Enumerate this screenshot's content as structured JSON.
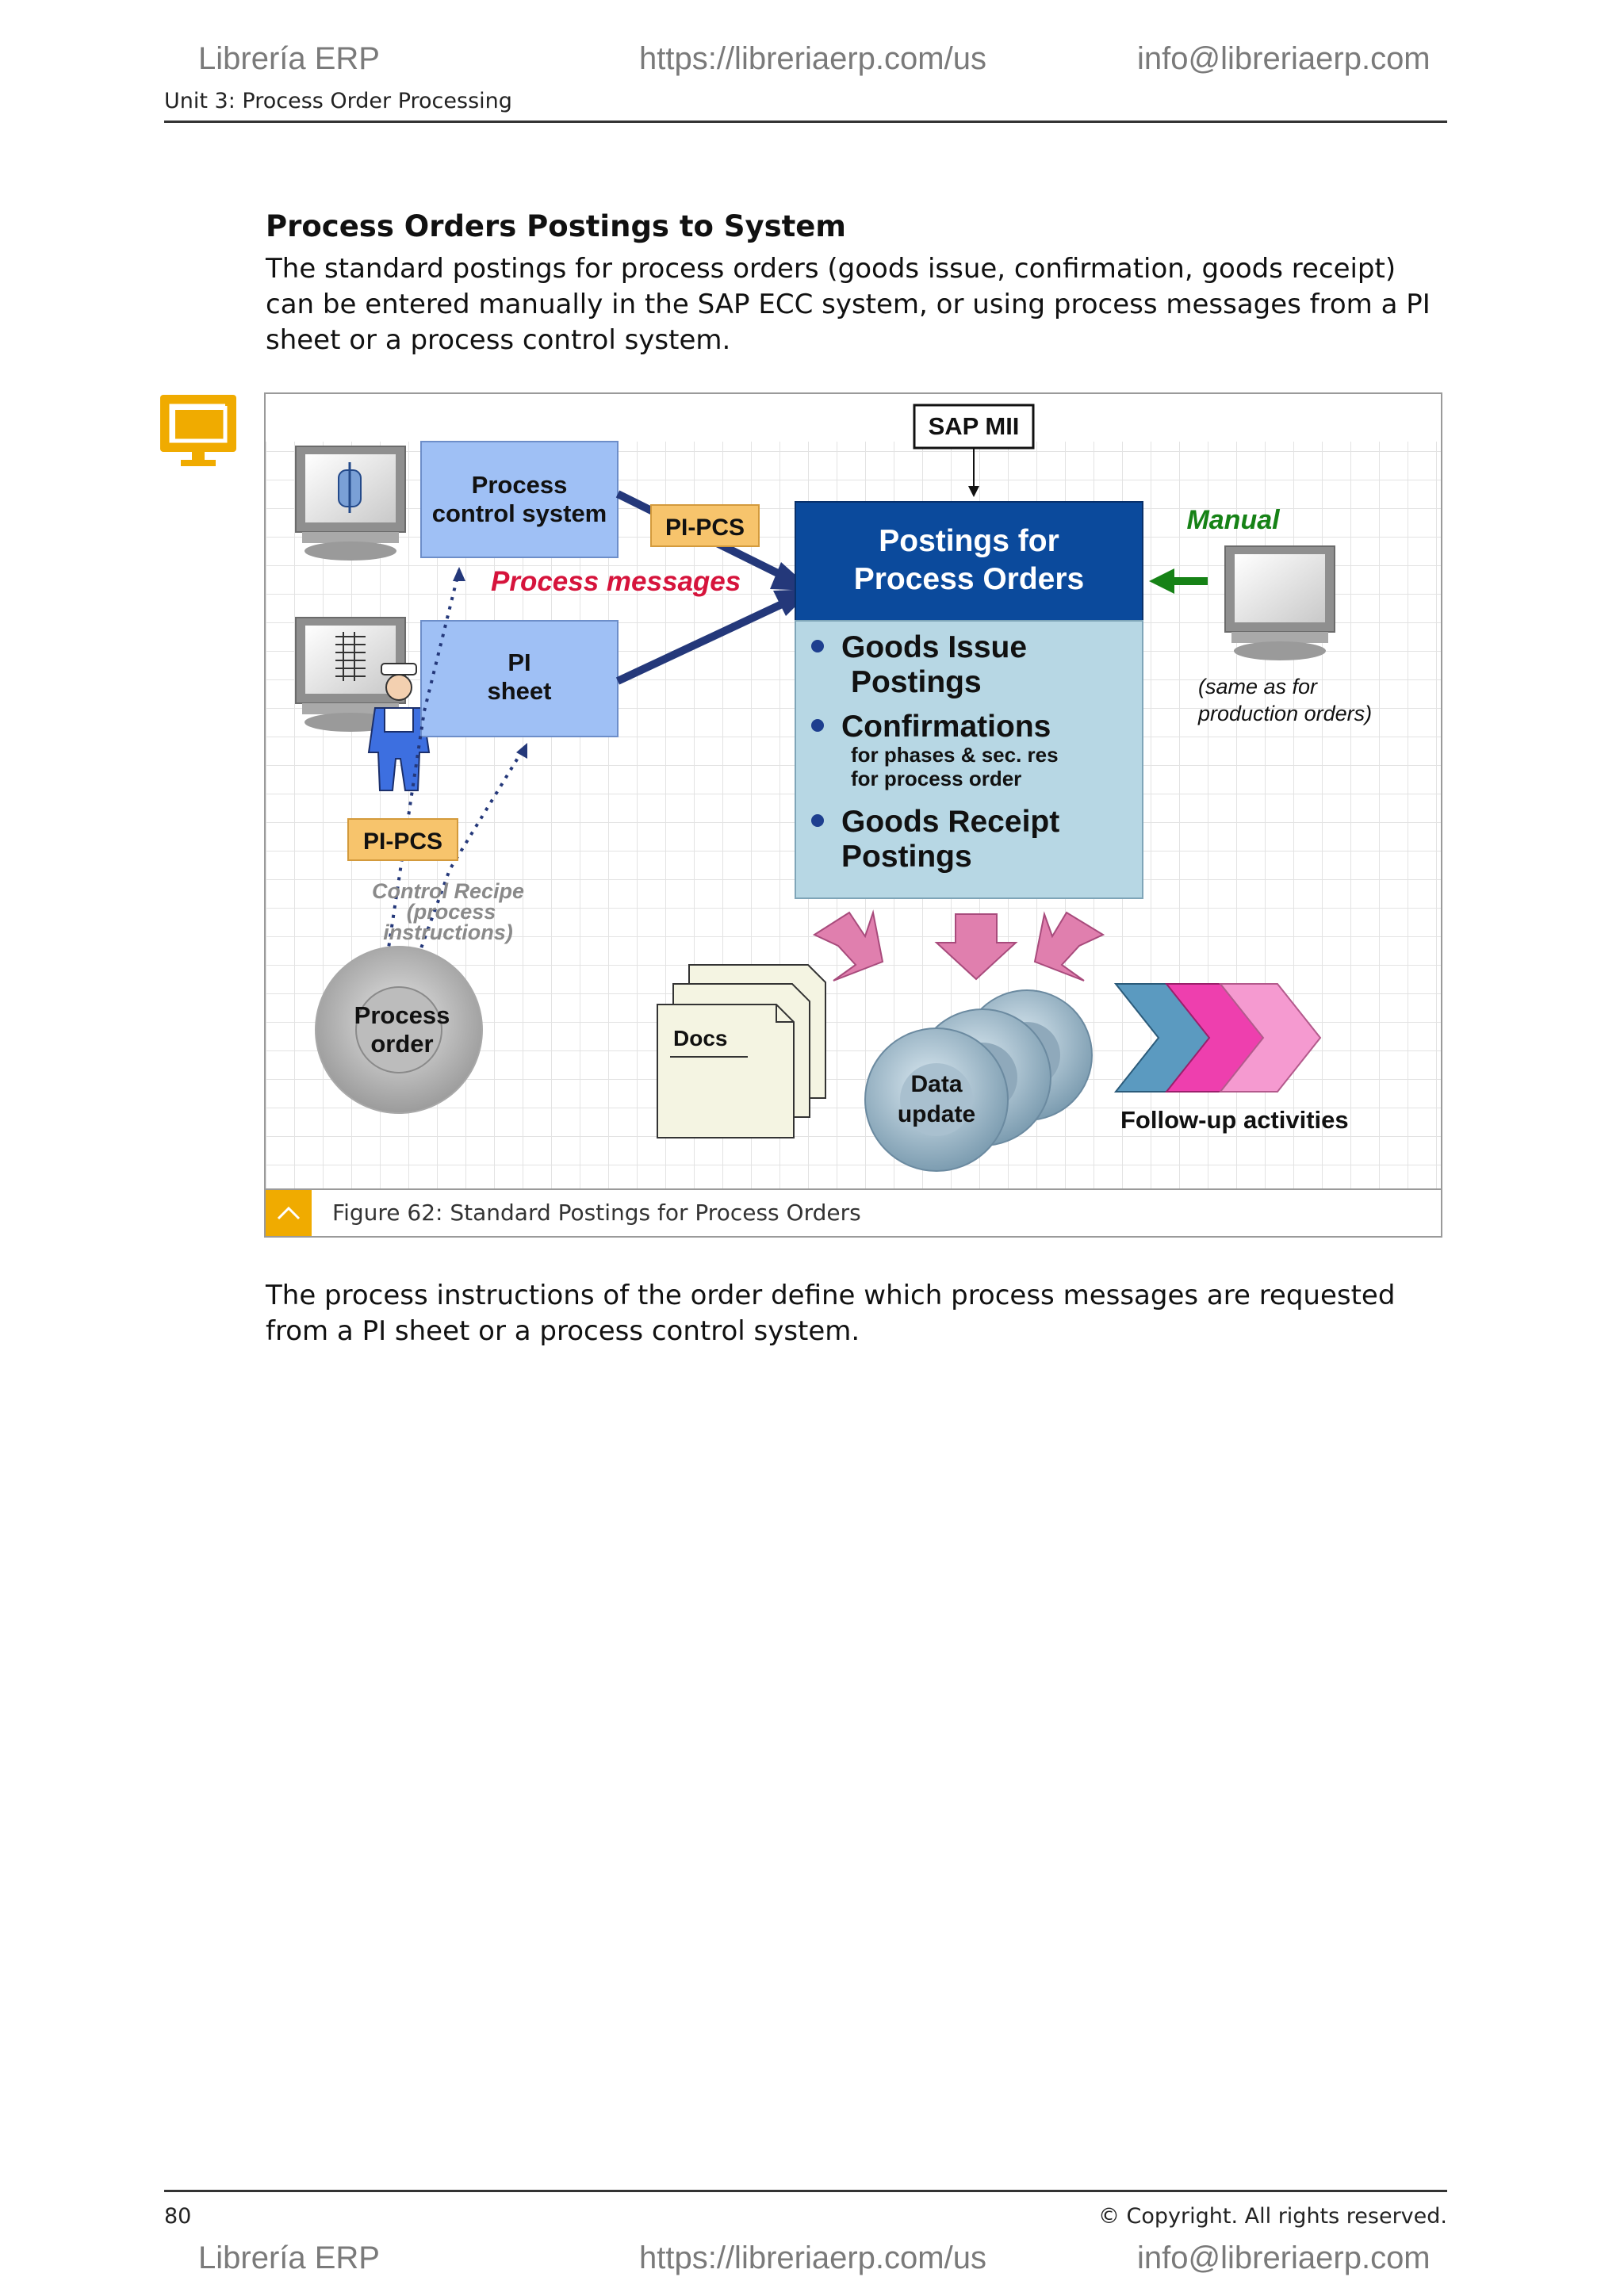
{
  "header": {
    "brand": "Librería ERP",
    "url": "https://libreriaerp.com/us",
    "email": "info@libreriaerp.com",
    "unit": "Unit 3: Process Order Processing"
  },
  "section": {
    "title": "Process Orders Postings to System",
    "intro": "The standard postings for process orders (goods issue, confirmation, goods receipt) can be entered manually in the SAP ECC system, or using process messages from a PI sheet or a process control system.",
    "after": "The process instructions of the order define which process messages are requested from a PI sheet or a process control system."
  },
  "figure": {
    "caption": "Figure 62: Standard Postings for Process Orders",
    "sap_mii": "SAP MII",
    "process_control_line1": "Process",
    "process_control_line2": "control system",
    "pi_pcs_top": "PI-PCS",
    "process_messages": "Process messages",
    "pi_sheet_line1": "PI",
    "pi_sheet_line2": "sheet",
    "pi_pcs_left": "PI-PCS",
    "control_recipe_line1": "Control Recipe",
    "control_recipe_line2": "(process",
    "control_recipe_line3": "instructions)",
    "process_order_line1": "Process",
    "process_order_line2": "order",
    "postings_title_line1": "Postings for",
    "postings_title_line2": "Process Orders",
    "goods_issue_line1": "Goods Issue",
    "goods_issue_line2": "Postings",
    "confirmations": "Confirmations",
    "conf_sub1": "for phases & sec. res",
    "conf_sub2": "for process order",
    "goods_receipt_line1": "Goods Receipt",
    "goods_receipt_line2": "Postings",
    "manual": "Manual",
    "manual_note_line1": "(same as for",
    "manual_note_line2": "production orders)",
    "docs": "Docs",
    "data_update_line1": "Data",
    "data_update_line2": "update",
    "follow_up": "Follow-up activities"
  },
  "footer": {
    "page_number": "80",
    "copyright": "© Copyright. All rights reserved.",
    "brand": "Librería ERP",
    "url": "https://libreriaerp.com/us",
    "email": "info@libreriaerp.com"
  },
  "icons": {
    "section_icon": "monitor-icon",
    "caption_toggle": "chevron-up-icon"
  },
  "colors": {
    "accent_yellow": "#f0ab00",
    "posting_blue": "#0b4a9c",
    "posting_body": "#b7d7e4",
    "process_messages_red": "#d6143c",
    "manual_green": "#168216"
  }
}
